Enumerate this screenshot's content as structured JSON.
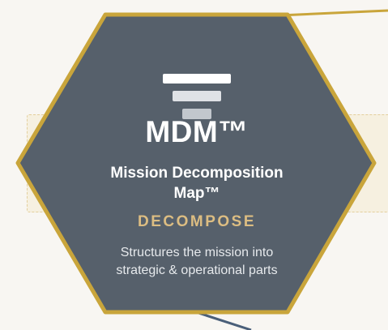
{
  "hexagon": {
    "title": "MDM™",
    "subtitle_line1": "Mission Decomposition",
    "subtitle_line2": "Map™",
    "tag": "DECOMPOSE",
    "description_line1": "Structures the mission into",
    "description_line2": "strategic & operational parts",
    "icon": "layered-bars-icon"
  },
  "colors": {
    "background": "#f8f6f2",
    "hex_fill": "#56606b",
    "hex_border": "#c9a53b",
    "tag_text": "#dcbd82",
    "panel_fill": "#f6f0e0",
    "panel_border": "#e3cf9d",
    "connector_gold": "#c9a53b",
    "connector_blue": "#4a5f79"
  }
}
